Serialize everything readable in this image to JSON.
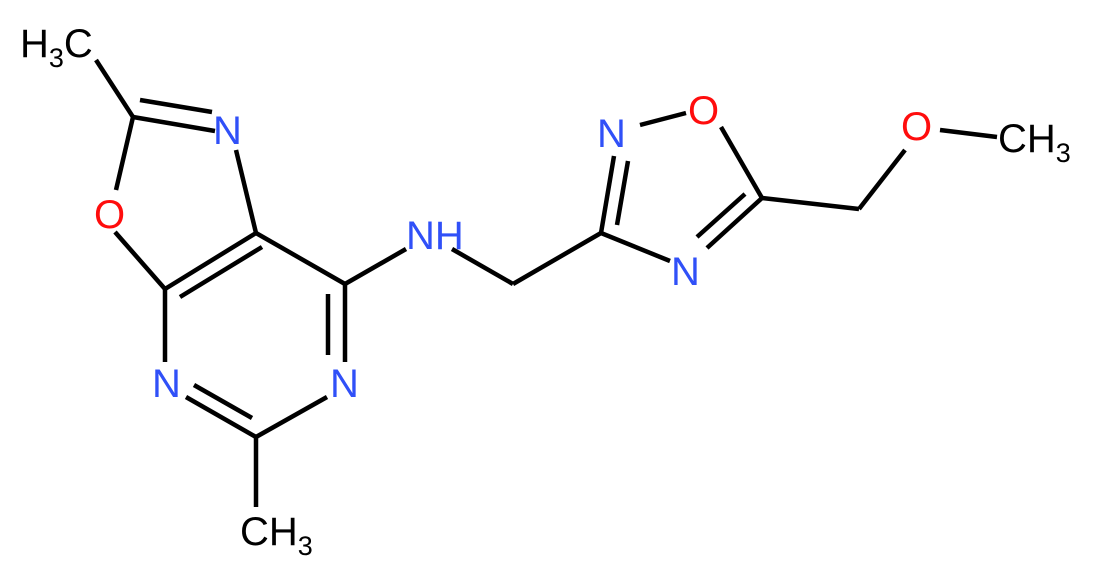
{
  "colors": {
    "carbon": "#000000",
    "nitrogen": "#3050F8",
    "oxygen": "#FF0D0D",
    "background": "#FFFFFF"
  },
  "labels": {
    "ch3_top_left": {
      "main": "H",
      "sub": "3",
      "tail": "C"
    },
    "ch3_bottom": {
      "main": "CH",
      "sub": "3"
    },
    "ch3_right": {
      "main": "CH",
      "sub": "3"
    },
    "o_oxazole": "O",
    "n_oxazole": "N",
    "n_pyrimidine_left": "N",
    "n_pyrimidine_right": "N",
    "nh": "H",
    "nh_n": "N",
    "n_oxadiazole_2": "N",
    "o_oxadiazole": "O",
    "n_oxadiazole_4": "N",
    "o_methoxy": "O"
  }
}
